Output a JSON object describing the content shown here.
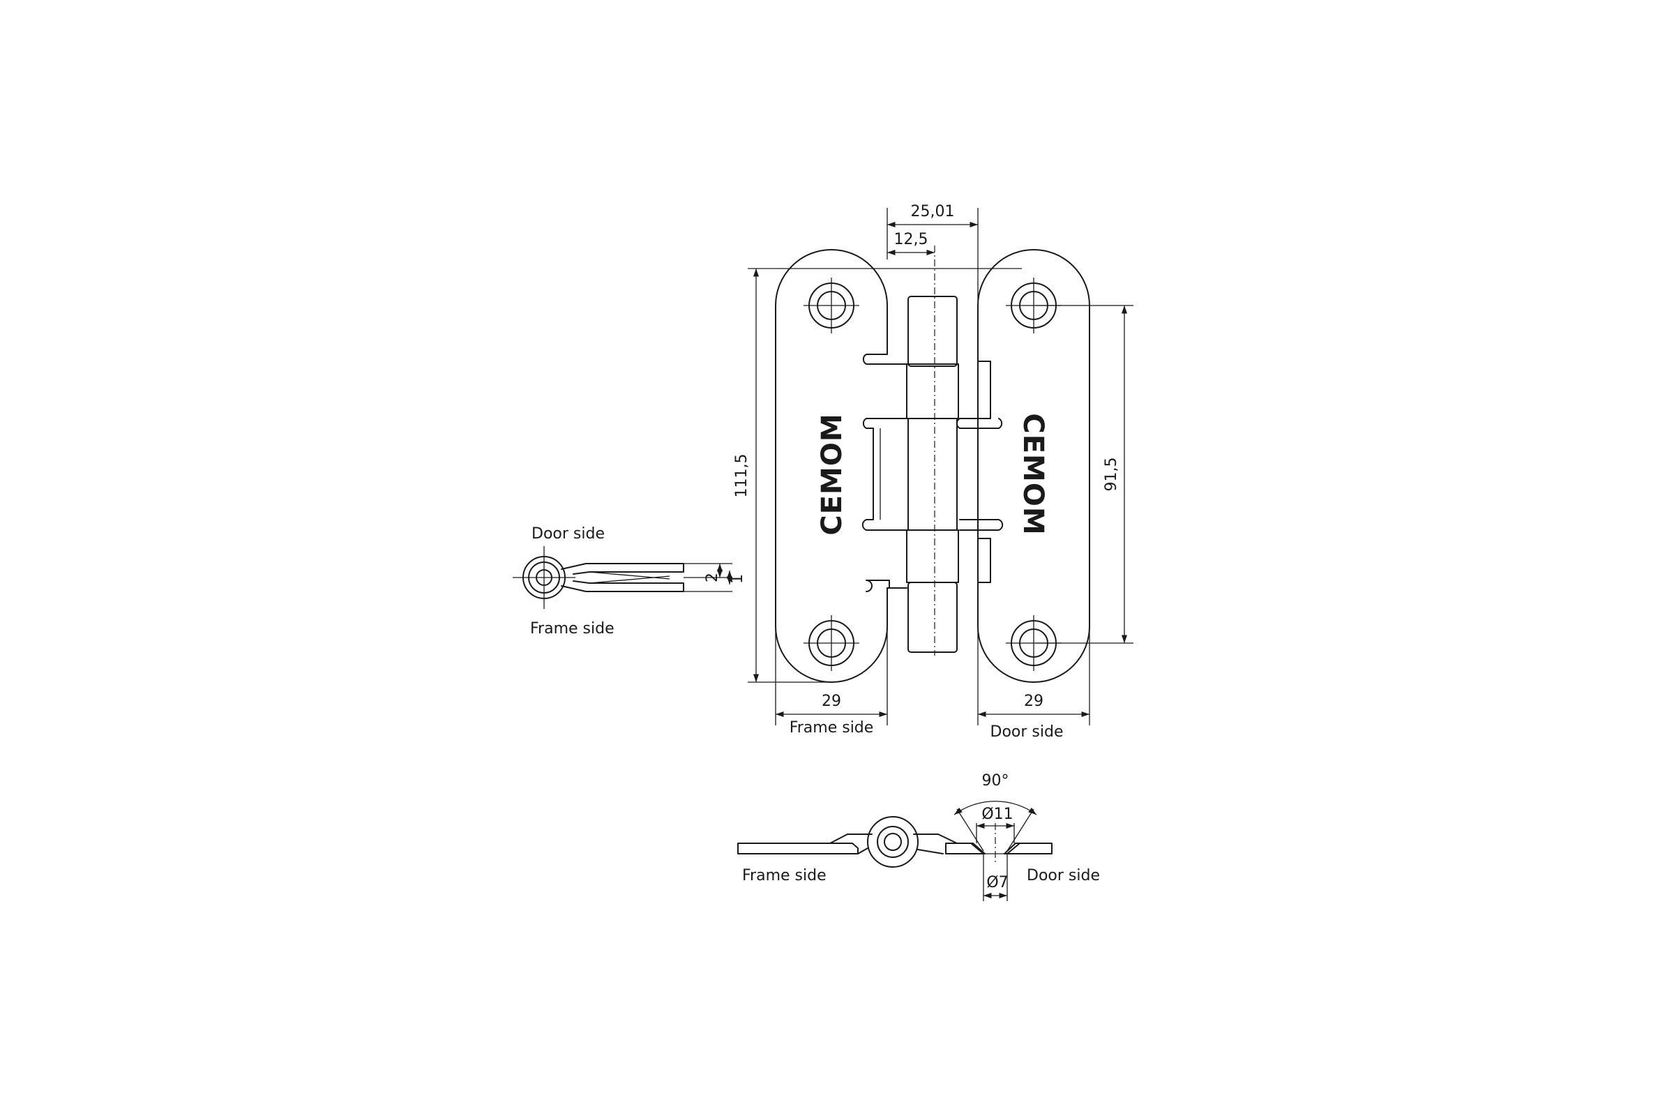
{
  "brand": "CEMOM",
  "dimensions": {
    "overall_width": "25,01",
    "pin_offset": "12,5",
    "overall_height": "111,5",
    "hole_spacing": "91,5",
    "frame_leaf_width": "29",
    "door_leaf_width": "29",
    "side_dim_a": "2",
    "side_dim_b": "1",
    "countersink_angle": "90°",
    "countersink_dia": "Ø11",
    "hole_dia": "Ø7"
  },
  "labels": {
    "frame_side": "Frame side",
    "door_side": "Door side",
    "side_view_door": "Door side",
    "side_view_frame": "Frame side",
    "bottom_frame": "Frame side",
    "bottom_door": "Door side"
  }
}
